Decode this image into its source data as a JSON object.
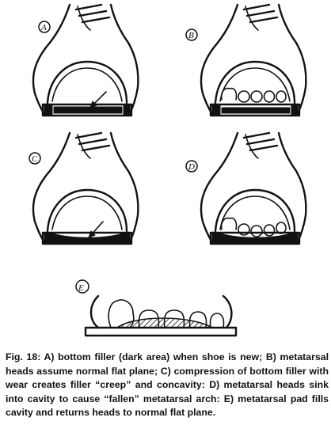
{
  "figure": {
    "panels": [
      {
        "id": "panel-a",
        "label": "A"
      },
      {
        "id": "panel-b",
        "label": "B"
      },
      {
        "id": "panel-c",
        "label": "C"
      },
      {
        "id": "panel-d",
        "label": "D"
      },
      {
        "id": "panel-e",
        "label": "E"
      }
    ],
    "colors": {
      "ink": "#111111",
      "background": "#ffffff"
    }
  },
  "caption": {
    "text": "Fig. 18: A) bottom filler (dark area) when shoe is new; B) metatarsal heads assume normal flat plane; C) compression of bottom filler with wear creates filler “creep” and concavity: D) metatarsal heads sink into cavity to cause “fallen” metatarsal arch: E) metatarsal pad fills cavity and returns heads to normal flat plane."
  }
}
